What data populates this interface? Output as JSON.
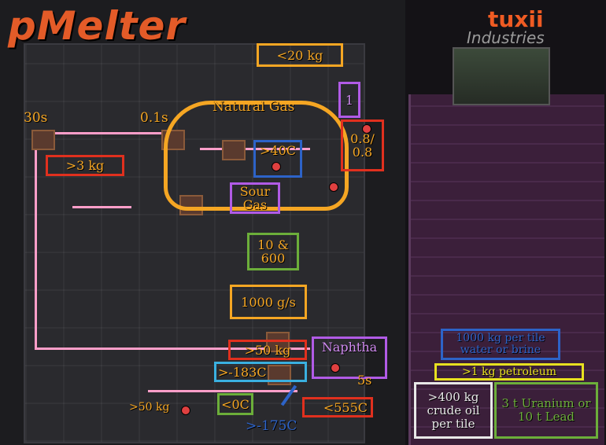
{
  "header": {
    "title": "pMelter",
    "brand_line1": "tuxii",
    "brand_line2": "Industries"
  },
  "annotations": {
    "less20kg": "<20 kg",
    "natural_gas": "Natural Gas",
    "one": "1",
    "ratio": "0.8/ 0.8",
    "t30s": "30s",
    "t01s": "0.1s",
    "more3kg": ">3 kg",
    "gt40c": ">40C",
    "sour_gas": "Sour Gas",
    "ten600": "10 & 600",
    "rate": "1000 g/s",
    "gt50kg": ">50 kg",
    "naphtha": "Naphtha",
    "five_s": "5s",
    "minus183": ">-183C",
    "lt0c": "<0C",
    "lt555c": "<555C",
    "minus175": ">-175C",
    "gt50kg_small": ">50 kg"
  },
  "right_annotations": {
    "water": "1000 kg per tile water or brine",
    "petroleum": ">1 kg petroleum",
    "crude": ">400 kg crude oil per tile",
    "uranium": "3 t Uranium or 10 t Lead"
  },
  "colors": {
    "orange": "#f5a623",
    "red": "#e0301e",
    "purple": "#b15be6",
    "blue": "#2d63c8",
    "green": "#6cae3a",
    "cyan": "#3ab0e0",
    "yellow": "#e8e020",
    "white": "#e8e8e8",
    "title_orange": "#e35b28"
  }
}
